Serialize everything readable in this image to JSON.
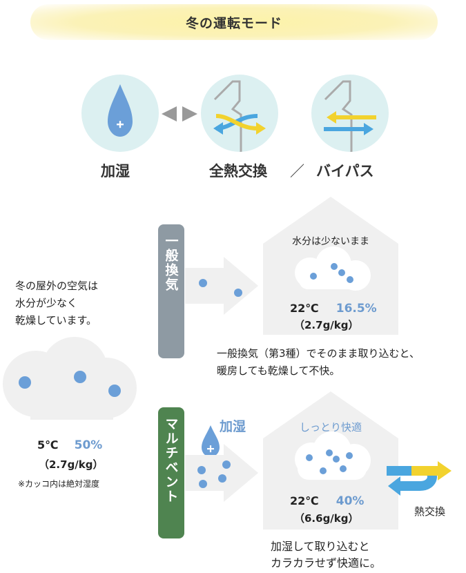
{
  "title": "冬の運転モード",
  "modes": {
    "humidify_label": "加湿",
    "heat_exchange_label": "全熱交換",
    "separator": "／",
    "bypass_label": "バイパス"
  },
  "outdoor": {
    "description_lines": [
      "冬の屋外の空気は",
      "水分が少なく",
      "乾燥しています。"
    ],
    "temp": "5℃",
    "humidity": "50%",
    "absolute": "（2.7g/kg）",
    "note": "※カッコ内は絶対湿度"
  },
  "general": {
    "label": "一般換気",
    "house_title": "水分は少ないまま",
    "temp": "22℃",
    "humidity": "16.5%",
    "absolute": "（2.7g/kg）",
    "caption_lines": [
      "一般換気（第3種）でそのまま取り込むと、",
      "暖房しても乾燥して不快。"
    ]
  },
  "multi": {
    "label": "マルチベント",
    "humidify_label": "加湿",
    "house_title": "しっとり快適",
    "temp": "22℃",
    "humidity": "40%",
    "absolute": "（6.6g/kg）",
    "heat_exchange_label": "熱交換",
    "caption_lines": [
      "加湿して取り込むと",
      "カラカラせず快適に。"
    ]
  },
  "colors": {
    "bar_general": "#8e9aa3",
    "bar_multi": "#4f8450",
    "accent_blue": "#6d9bcf",
    "dot_blue": "#6b9fd8",
    "arrow_yellow": "#f2d22e",
    "arrow_blue": "#4aa6df",
    "circle_bg": "#dcf0f1",
    "house_bg": "#f0f0f0"
  }
}
